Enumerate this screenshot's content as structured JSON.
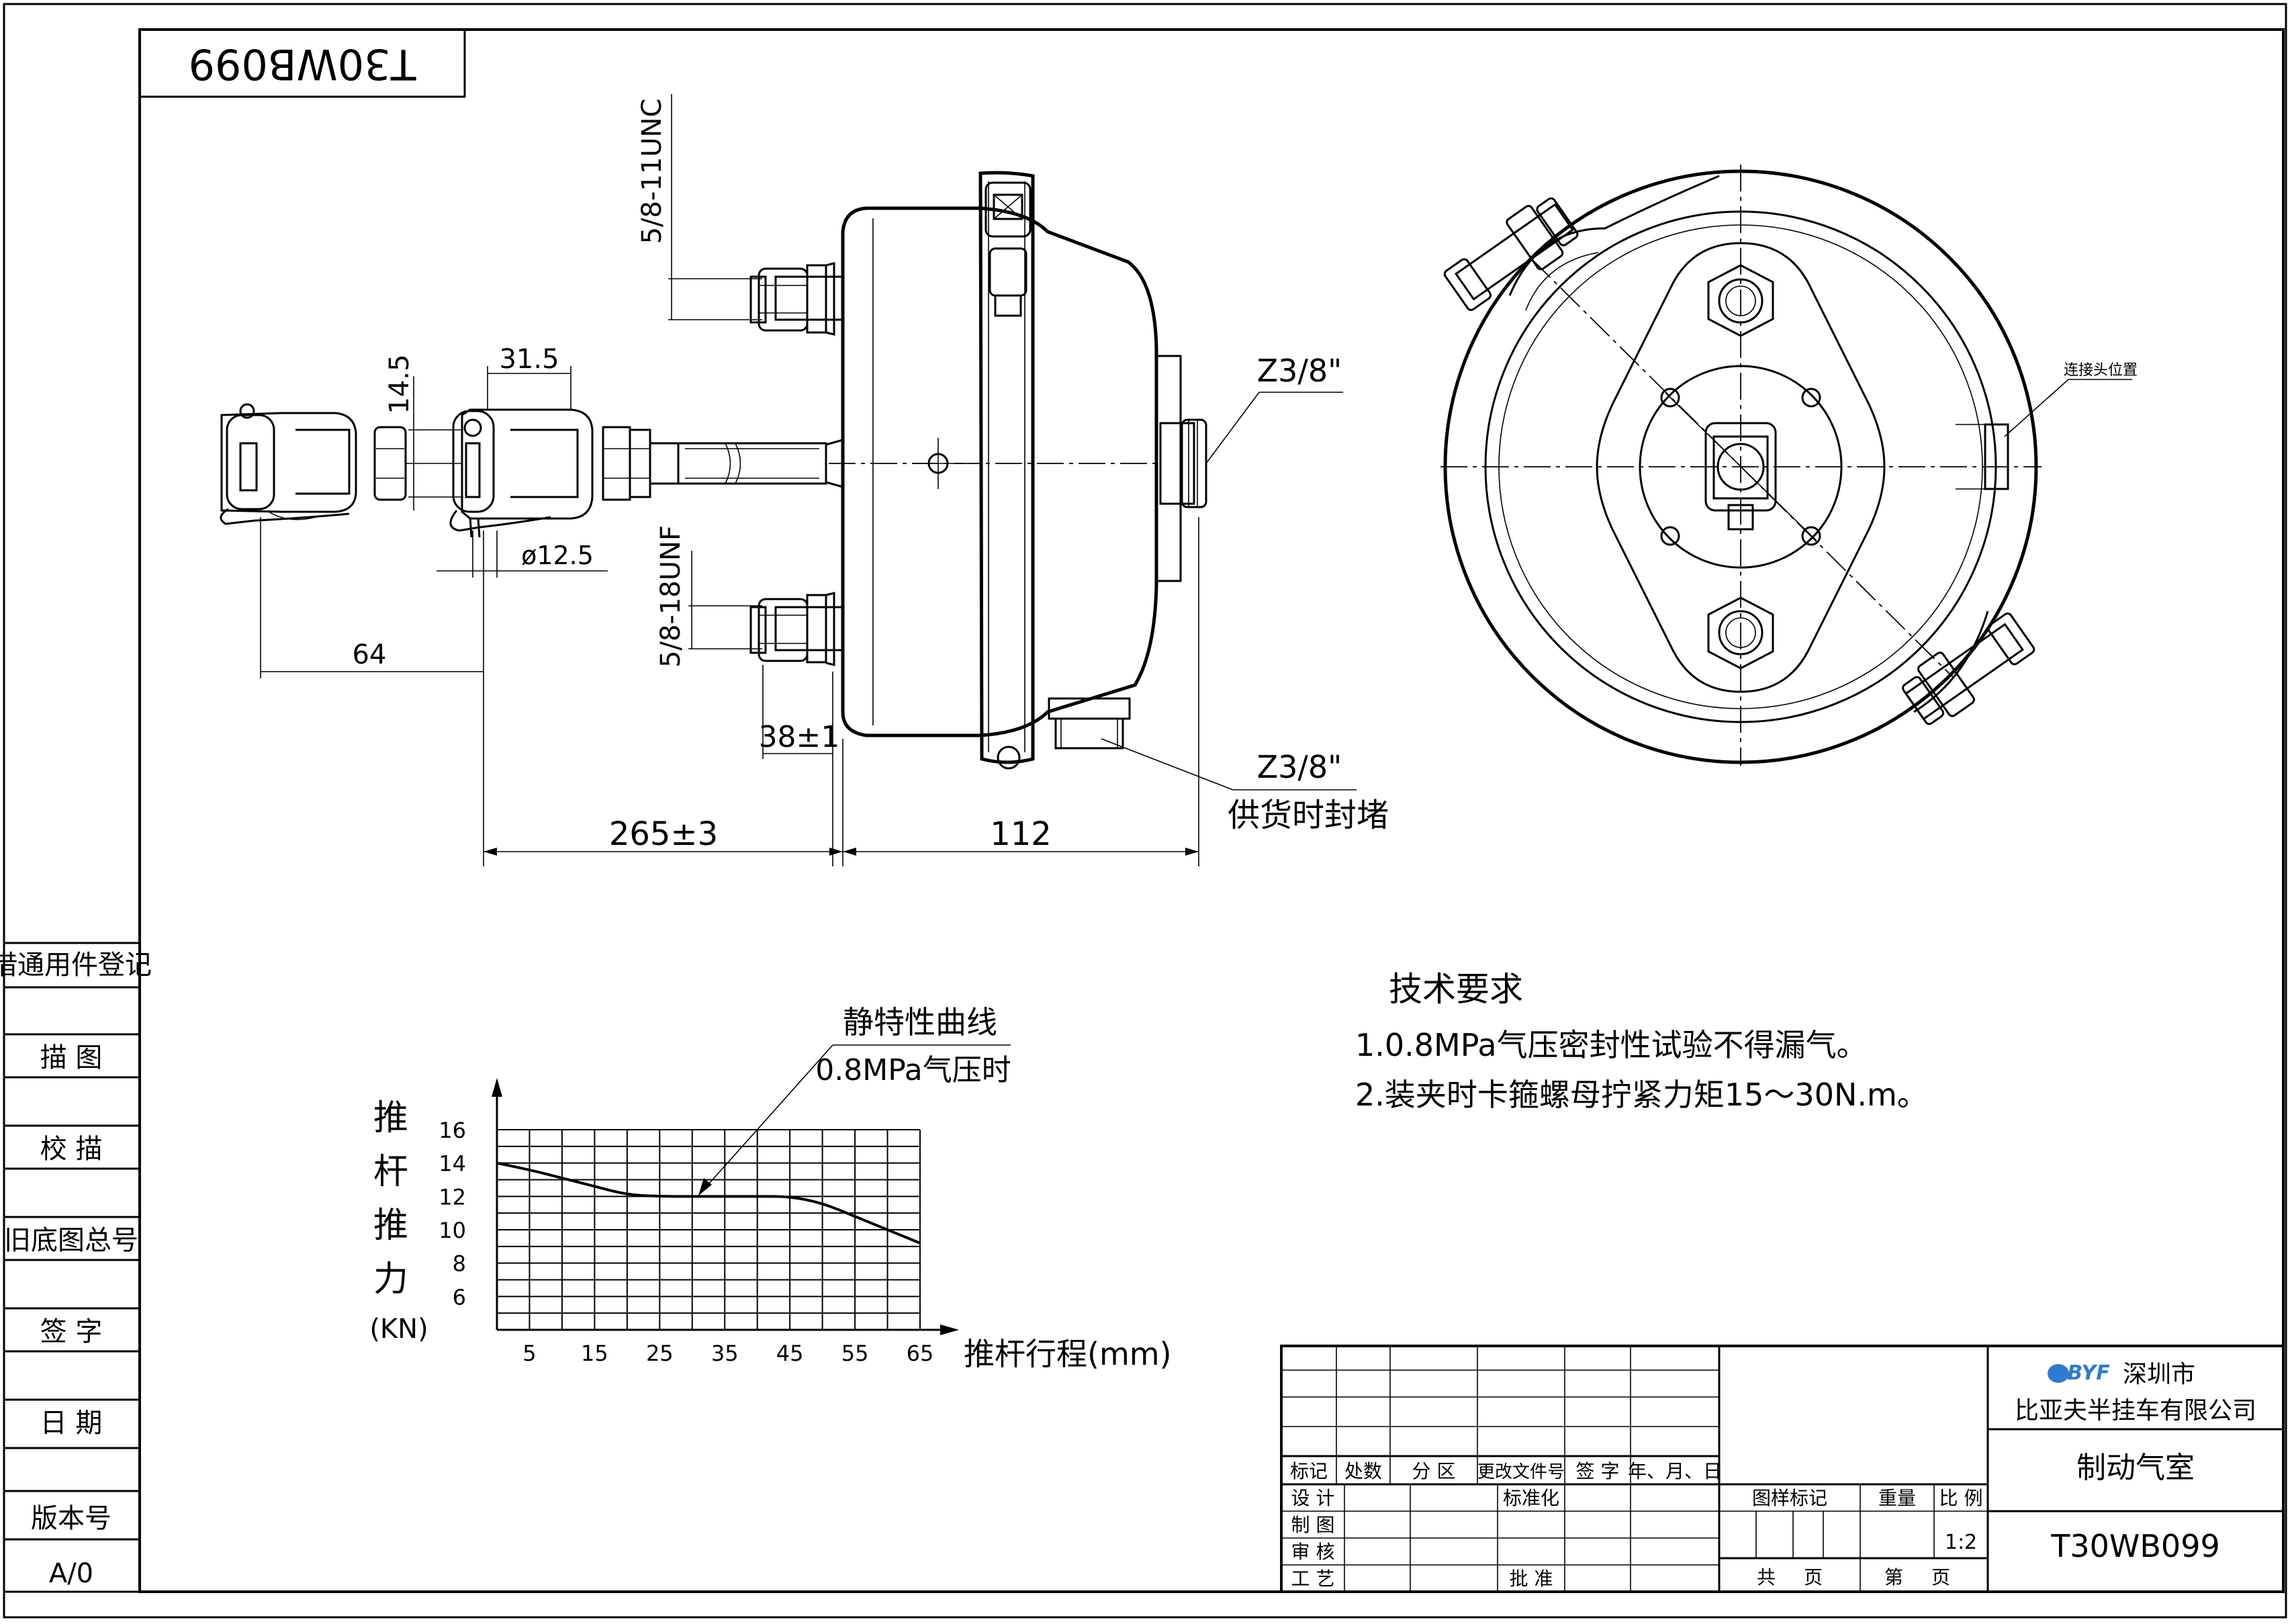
{
  "drawing_number_mirrored": "T30WB099",
  "left_column": {
    "cells": [
      "借通用件登记",
      "描 图",
      "校 描",
      "旧底图总号",
      "签 字",
      "日 期",
      "版本号",
      "A/0"
    ]
  },
  "side_view_dimensions": {
    "thread_top": "5/8-11UNC",
    "thread_bottom": "5/8-18UNF",
    "dim_31_5": "31.5",
    "dim_14_5": "14.5",
    "dim_dia": "ø12.5",
    "dim_64": "64",
    "dim_38": "38±1",
    "dim_265": "265±3",
    "dim_112": "112",
    "port_right": "Z3/8\"",
    "port_bottom": "Z3/8\"",
    "port_bottom_note": "供货时封堵"
  },
  "front_view": {
    "callout": "连接头位置"
  },
  "tech_requirements": {
    "title": "技术要求",
    "item1": "1.0.8MPa气压密封性试验不得漏气。",
    "item2": "2.装夹时卡箍螺母拧紧力矩15～30N.m。"
  },
  "chart_data": {
    "type": "line",
    "title": "静特性曲线",
    "subtitle": "0.8MPa气压时",
    "ylabel_chars": [
      "推",
      "杆",
      "推",
      "力"
    ],
    "ylabel_unit": "(KN)",
    "xlabel": "推杆行程(mm)",
    "y_ticks": [
      "16",
      "14",
      "12",
      "10",
      "8",
      "6"
    ],
    "x_ticks": [
      "5",
      "15",
      "25",
      "35",
      "45",
      "55",
      "65"
    ],
    "xlim": [
      0,
      65
    ],
    "ylim": [
      4,
      16
    ],
    "grid": true,
    "series": [
      {
        "x": [
          0,
          5,
          10,
          15,
          20,
          25,
          30,
          35,
          40,
          45,
          50,
          55,
          60,
          65
        ],
        "y": [
          14,
          13.6,
          13.1,
          12.6,
          12.1,
          12.0,
          12.0,
          12.0,
          12.0,
          12.0,
          11.6,
          10.8,
          10.0,
          9.2
        ]
      }
    ]
  },
  "title_block": {
    "col_headers": [
      "标记",
      "处数",
      "分 区",
      "更改文件号",
      "签 字",
      "年、月、日"
    ],
    "row_labels": [
      "设 计",
      "制 图",
      "审 核",
      "工 艺"
    ],
    "standardize": "标准化",
    "approve": "批 准",
    "stage_mark": "图样标记",
    "weight": "重量",
    "scale_label": "比 例",
    "scale_value": "1:2",
    "total_label": "共",
    "page_unit_1": "页",
    "current_label": "第",
    "page_unit_2": "页",
    "logo": "BYF",
    "company_line1": "深圳市",
    "company_line2": "比亚夫半挂车有限公司",
    "part_name": "制动气室",
    "drawing_number": "T30WB099"
  }
}
